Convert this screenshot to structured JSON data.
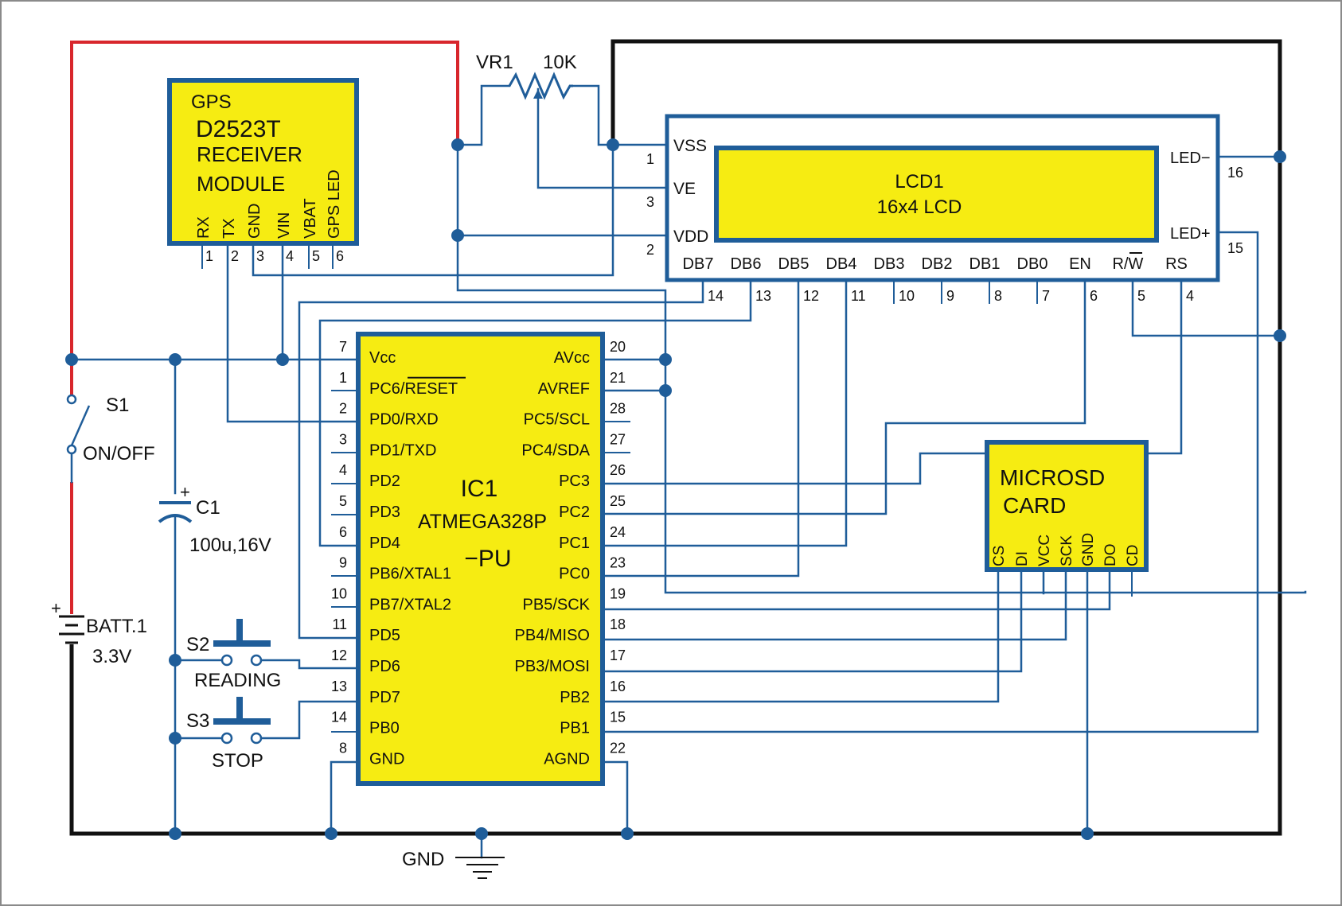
{
  "gps": {
    "title": "GPS",
    "part": "D2523T",
    "line1": "RECEIVER",
    "line2": "MODULE",
    "pins": [
      {
        "name": "RX",
        "num": "1"
      },
      {
        "name": "TX",
        "num": "2"
      },
      {
        "name": "GND",
        "num": "3"
      },
      {
        "name": "VIN",
        "num": "4"
      },
      {
        "name": "VBAT",
        "num": "5"
      },
      {
        "name": "GPS LED",
        "num": "6"
      }
    ]
  },
  "vr1": {
    "ref": "VR1",
    "value": "10K"
  },
  "lcd": {
    "ref": "LCD1",
    "type": "16x4 LCD",
    "left_pins": [
      {
        "name": "VSS",
        "num": "1"
      },
      {
        "name": "VE",
        "num": "3"
      },
      {
        "name": "VDD",
        "num": "2"
      }
    ],
    "right_pins": [
      {
        "name": "LED−",
        "num": "16"
      },
      {
        "name": "LED+",
        "num": "15"
      }
    ],
    "bottom_pins": [
      {
        "name": "DB7",
        "num": "14"
      },
      {
        "name": "DB6",
        "num": "13"
      },
      {
        "name": "DB5",
        "num": "12"
      },
      {
        "name": "DB4",
        "num": "11"
      },
      {
        "name": "DB3",
        "num": "10"
      },
      {
        "name": "DB2",
        "num": "9"
      },
      {
        "name": "DB1",
        "num": "8"
      },
      {
        "name": "DB0",
        "num": "7"
      },
      {
        "name": "EN",
        "num": "6"
      },
      {
        "name": "R/W",
        "num": "5"
      },
      {
        "name": "RS",
        "num": "4"
      }
    ]
  },
  "ic1": {
    "ref": "IC1",
    "part1": "ATMEGA328P",
    "part2": "−PU",
    "left_pins": [
      {
        "num": "7",
        "name": "Vcc"
      },
      {
        "num": "1",
        "name": "PC6/RESET"
      },
      {
        "num": "2",
        "name": "PD0/RXD"
      },
      {
        "num": "3",
        "name": "PD1/TXD"
      },
      {
        "num": "4",
        "name": "PD2"
      },
      {
        "num": "5",
        "name": "PD3"
      },
      {
        "num": "6",
        "name": "PD4"
      },
      {
        "num": "9",
        "name": "PB6/XTAL1"
      },
      {
        "num": "10",
        "name": "PB7/XTAL2"
      },
      {
        "num": "11",
        "name": "PD5"
      },
      {
        "num": "12",
        "name": "PD6"
      },
      {
        "num": "13",
        "name": "PD7"
      },
      {
        "num": "14",
        "name": "PB0"
      },
      {
        "num": "8",
        "name": "GND"
      }
    ],
    "right_pins": [
      {
        "num": "20",
        "name": "AVcc"
      },
      {
        "num": "21",
        "name": "AVREF"
      },
      {
        "num": "28",
        "name": "PC5/SCL"
      },
      {
        "num": "27",
        "name": "PC4/SDA"
      },
      {
        "num": "26",
        "name": "PC3"
      },
      {
        "num": "25",
        "name": "PC2"
      },
      {
        "num": "24",
        "name": "PC1"
      },
      {
        "num": "23",
        "name": "PC0"
      },
      {
        "num": "19",
        "name": "PB5/SCK"
      },
      {
        "num": "18",
        "name": "PB4/MISO"
      },
      {
        "num": "17",
        "name": "PB3/MOSI"
      },
      {
        "num": "16",
        "name": "PB2"
      },
      {
        "num": "15",
        "name": "PB1"
      },
      {
        "num": "22",
        "name": "AGND"
      }
    ]
  },
  "sd": {
    "line1": "MICROSD",
    "line2": "CARD",
    "pins": [
      "CS",
      "DI",
      "VCC",
      "SCK",
      "GND",
      "DO",
      "CD"
    ]
  },
  "s1": {
    "ref": "S1",
    "label": "ON/OFF"
  },
  "c1": {
    "ref": "C1",
    "value": "100u,16V",
    "polarity": "+"
  },
  "batt": {
    "ref": "BATT.1",
    "value": "3.3V",
    "polarity": "+"
  },
  "s2": {
    "ref": "S2",
    "label": "READING"
  },
  "s3": {
    "ref": "S3",
    "label": "STOP"
  },
  "gnd_label": "GND",
  "colors": {
    "wire": "#1f5d99",
    "power": "#d8262c",
    "ground": "#111111",
    "box_fill": "#f6ec12"
  }
}
